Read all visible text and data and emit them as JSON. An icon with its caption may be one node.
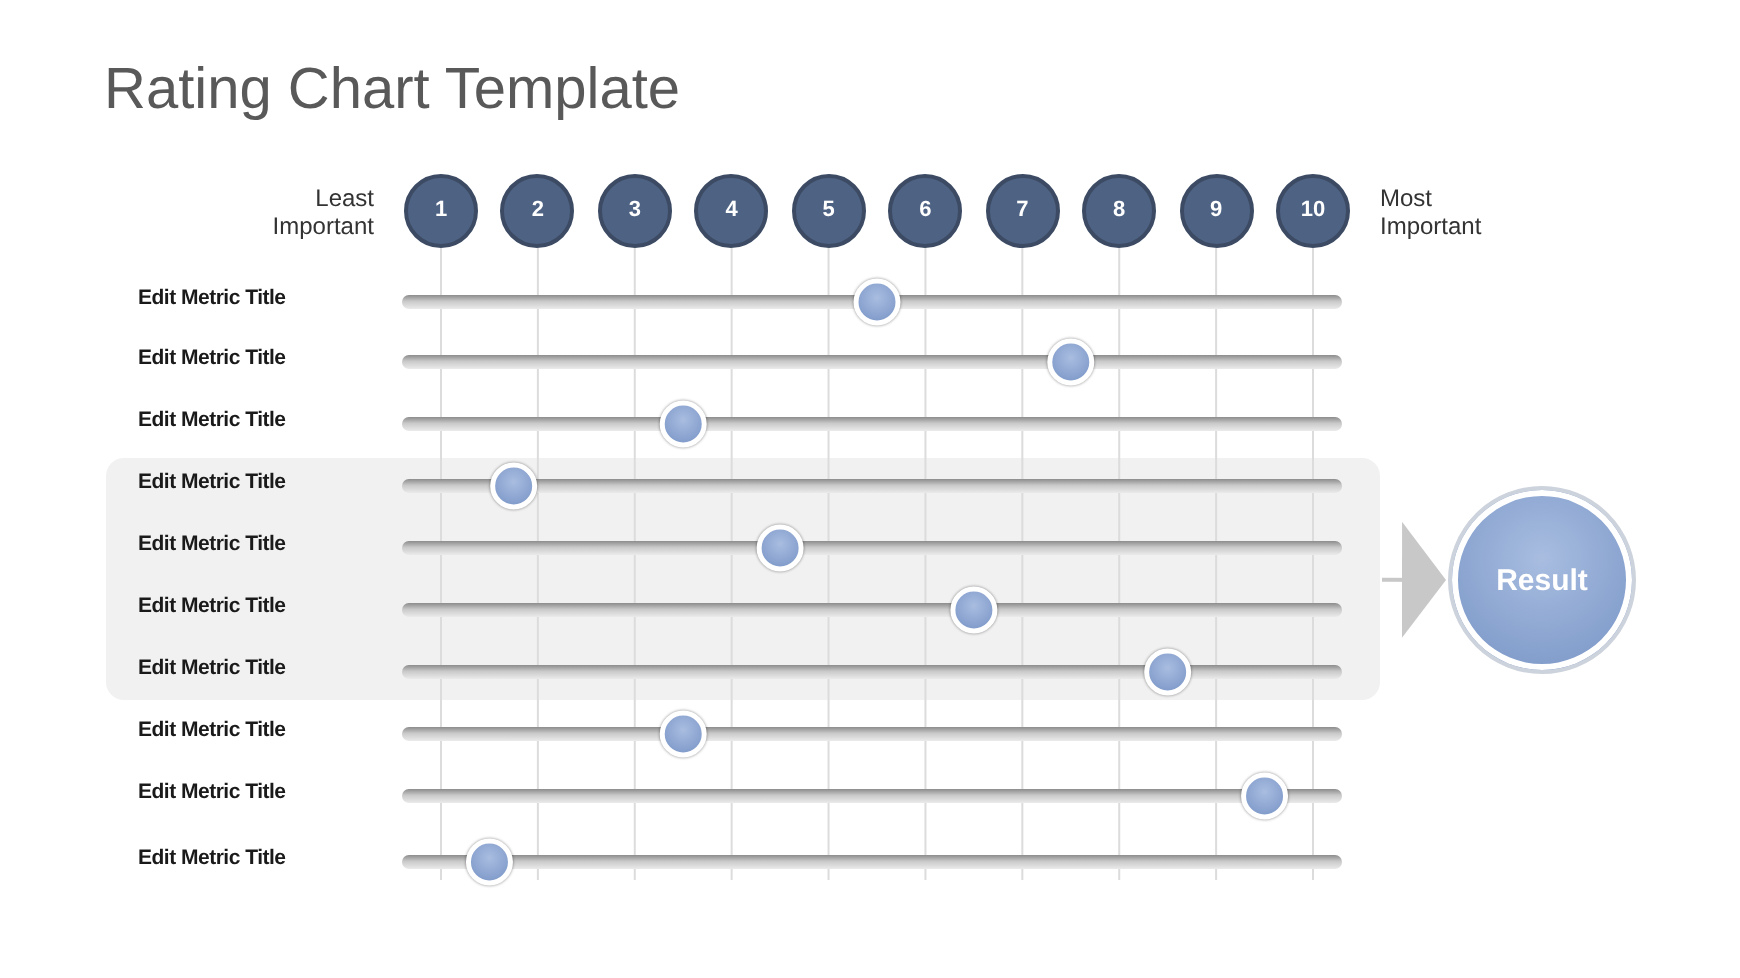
{
  "diagram": {
    "title": "Rating Chart Template",
    "nodes": [
      {
        "text": [],
        "shape": "box"
      },
      {
        "text": [
          "Result"
        ]
      }
    ],
    "edges": [
      {
        "from": 0,
        "to": 1,
        "arrow": "to"
      }
    ],
    "labels": [
      "Least Important",
      "Most Important"
    ],
    "chart_data": {
      "type": "scatter",
      "orientation": "horizontal",
      "categories": [
        "Edit Metric Title",
        "Edit Metric Title",
        "Edit Metric Title",
        "Edit Metric Title",
        "Edit Metric Title",
        "Edit Metric Title",
        "Edit Metric Title",
        "Edit Metric Title",
        "Edit Metric Title",
        "Edit Metric Title"
      ],
      "values": [
        5.5,
        7.5,
        3.5,
        1.75,
        4.5,
        6.5,
        8.5,
        3.5,
        9.5,
        1.5
      ],
      "xlim": [
        1,
        10
      ],
      "xticks": [
        1,
        2,
        3,
        4,
        5,
        6,
        7,
        8,
        9,
        10
      ],
      "grid": true
    }
  }
}
